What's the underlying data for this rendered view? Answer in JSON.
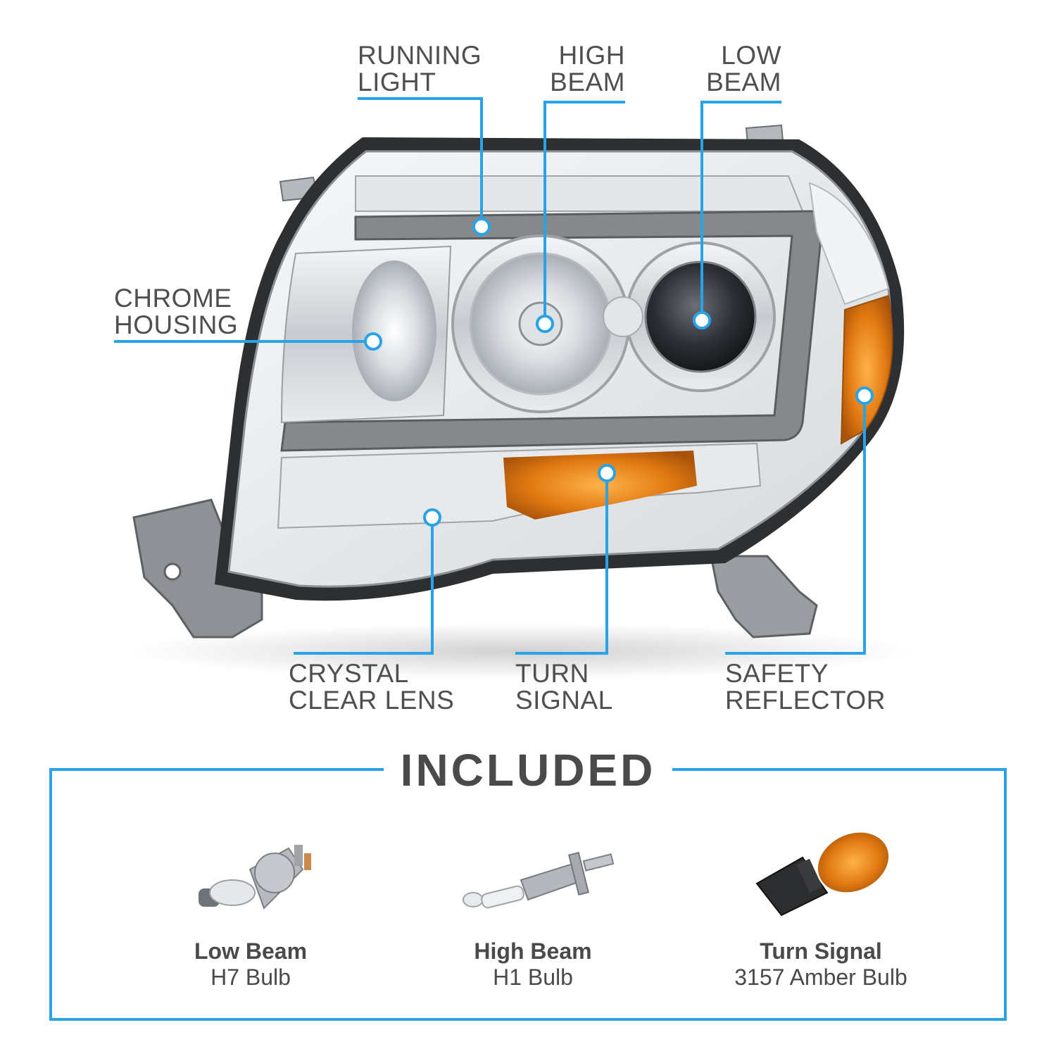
{
  "callouts": {
    "running_light": [
      "RUNNING",
      "LIGHT"
    ],
    "high_beam": [
      "HIGH",
      "BEAM"
    ],
    "low_beam": [
      "LOW",
      "BEAM"
    ],
    "chrome_housing": [
      "CHROME",
      "HOUSING"
    ],
    "crystal_clear_lens": [
      "CRYSTAL",
      "CLEAR LENS"
    ],
    "turn_signal": [
      "TURN",
      "SIGNAL"
    ],
    "safety_reflector": [
      "SAFETY",
      "REFLECTOR"
    ]
  },
  "included": {
    "title": "INCLUDED",
    "bulbs": [
      {
        "name": "Low Beam",
        "spec": "H7 Bulb",
        "icon": "h7-bulb-icon"
      },
      {
        "name": "High Beam",
        "spec": "H1 Bulb",
        "icon": "h1-bulb-icon"
      },
      {
        "name": "Turn Signal",
        "spec": "3157 Amber Bulb",
        "icon": "3157-amber-bulb-icon"
      }
    ]
  },
  "colors": {
    "accent": "#29a3e8",
    "text": "#4a4a4a",
    "chrome": "#c9ccd0",
    "amber": "#e8861a",
    "housing_dark": "#2e2f31"
  }
}
